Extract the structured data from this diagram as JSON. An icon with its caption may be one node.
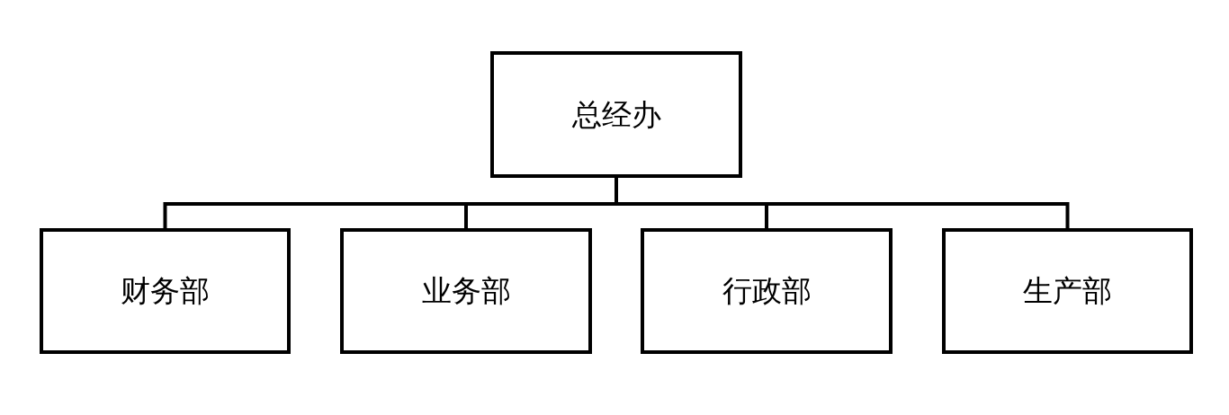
{
  "diagram": {
    "nodes": [
      {
        "text": [
          "总经办"
        ]
      },
      {
        "text": [
          "财务部"
        ]
      },
      {
        "text": [
          "业务部"
        ]
      },
      {
        "text": [
          "行政部"
        ]
      },
      {
        "text": [
          "生产部"
        ]
      }
    ],
    "edges": [
      {
        "from": 0,
        "to": 1,
        "arrow": "none"
      },
      {
        "from": 0,
        "to": 2,
        "arrow": "none"
      },
      {
        "from": 0,
        "to": 3,
        "arrow": "none"
      },
      {
        "from": 0,
        "to": 4,
        "arrow": "none"
      }
    ]
  }
}
